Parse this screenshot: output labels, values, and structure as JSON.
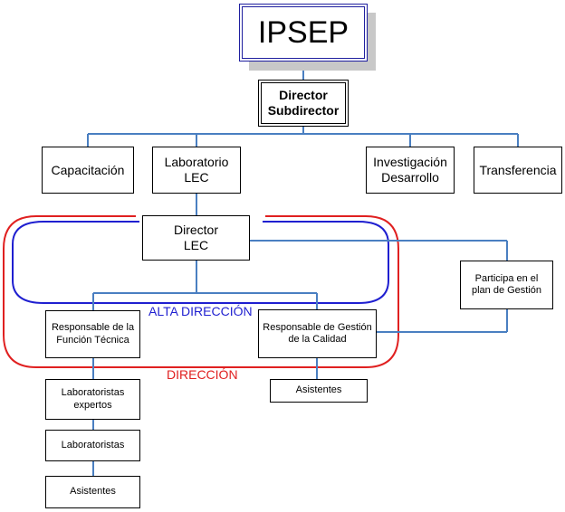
{
  "ipsep": "IPSEP",
  "director_top": [
    "Director",
    "Subdirector"
  ],
  "departments": {
    "capacitacion": "Capacitación",
    "laboratorio": [
      "Laboratorio",
      "LEC"
    ],
    "investigacion": [
      "Investigación",
      "Desarrollo"
    ],
    "transferencia": "Transferencia"
  },
  "director_lec": [
    "Director",
    "LEC"
  ],
  "participa": [
    "Participa en el",
    "plan de Gestión"
  ],
  "responsable_tecnica": [
    "Responsable de la",
    "Función Técnica"
  ],
  "responsable_calidad": [
    "Responsable de Gestión",
    "de la Calidad"
  ],
  "alta_direccion": "ALTA DIRECCIÓN",
  "direccion": "DIRECCIÓN",
  "asistentes_right": "Asistentes",
  "laboratoristas_expertos": [
    "Laboratoristas",
    "expertos"
  ],
  "laboratoristas": "Laboratoristas",
  "asistentes_left": "Asistentes",
  "colors": {
    "connector": "#4a7fc1",
    "alta": "#1f1fd0",
    "direccion": "#e02020",
    "ipsep_border": "#1f1f9f"
  }
}
